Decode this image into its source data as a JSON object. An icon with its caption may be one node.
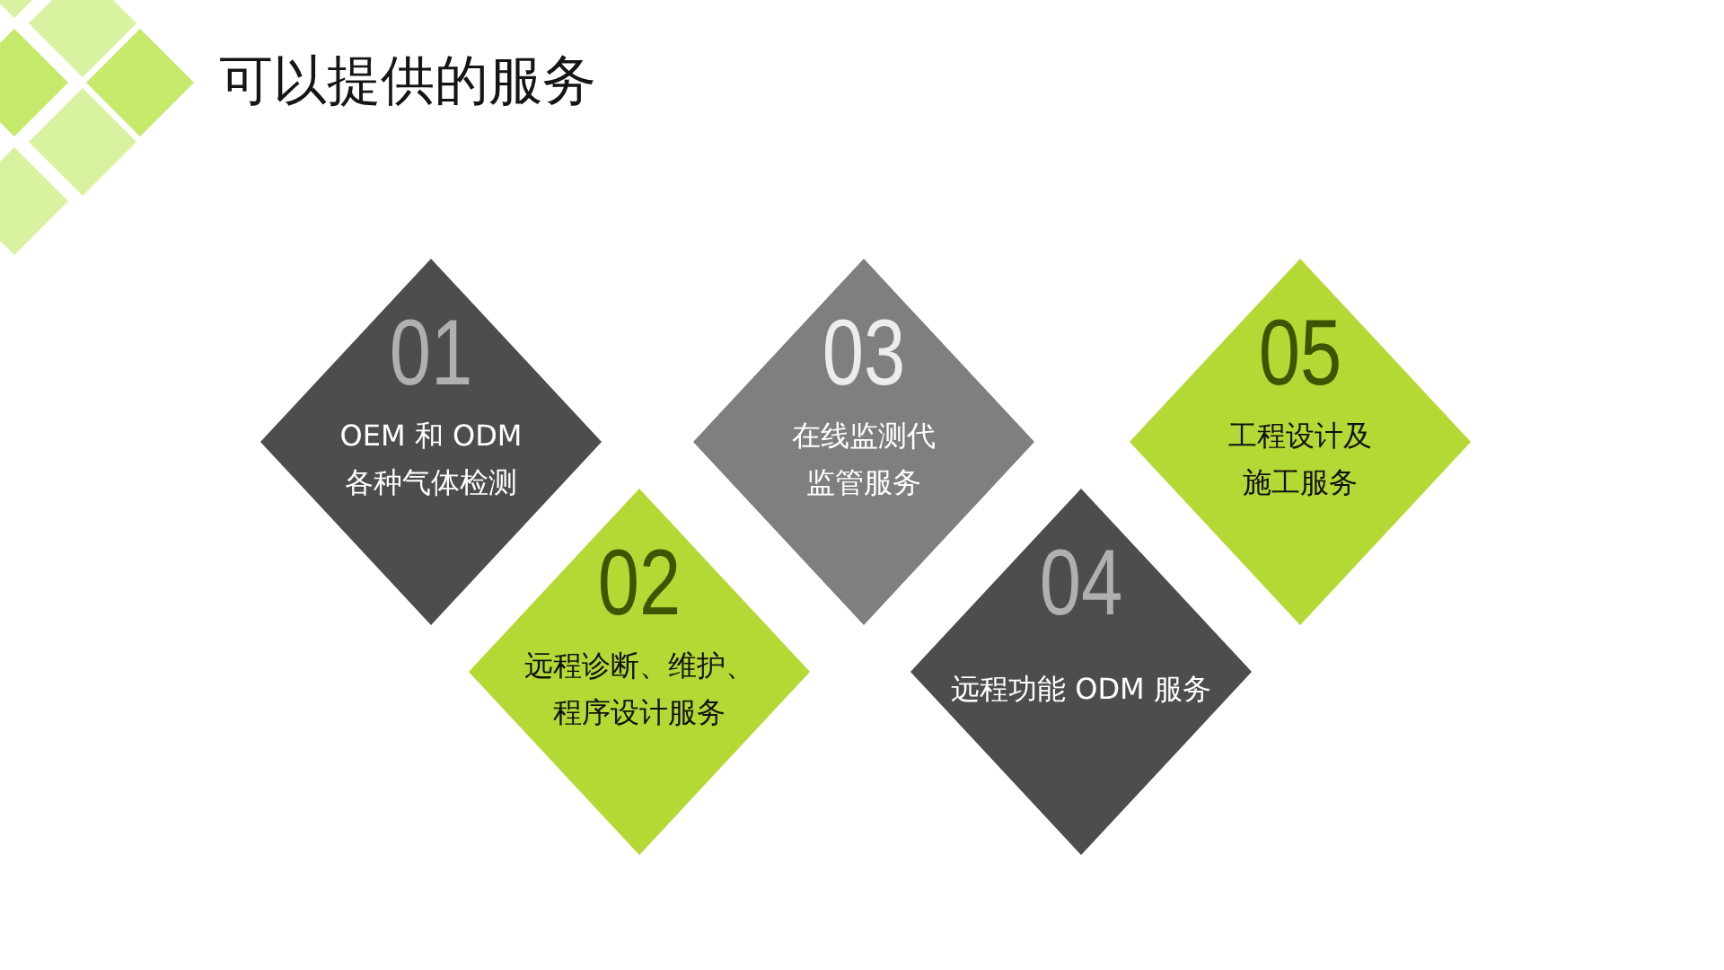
{
  "diagram": {
    "title": "可以提供的服务",
    "nodes": [
      {
        "text": [
          "01",
          "OEM 和 ODM各种气体检测"
        ]
      },
      {
        "text": [
          "02",
          "远程诊断、维护、程序设计服务"
        ]
      },
      {
        "text": [
          "03",
          "在线监测代监管服务"
        ]
      },
      {
        "text": [
          "04",
          "远程功能 ODM 服务"
        ]
      },
      {
        "text": [
          "05",
          "工程设计及施工服务"
        ]
      }
    ]
  }
}
